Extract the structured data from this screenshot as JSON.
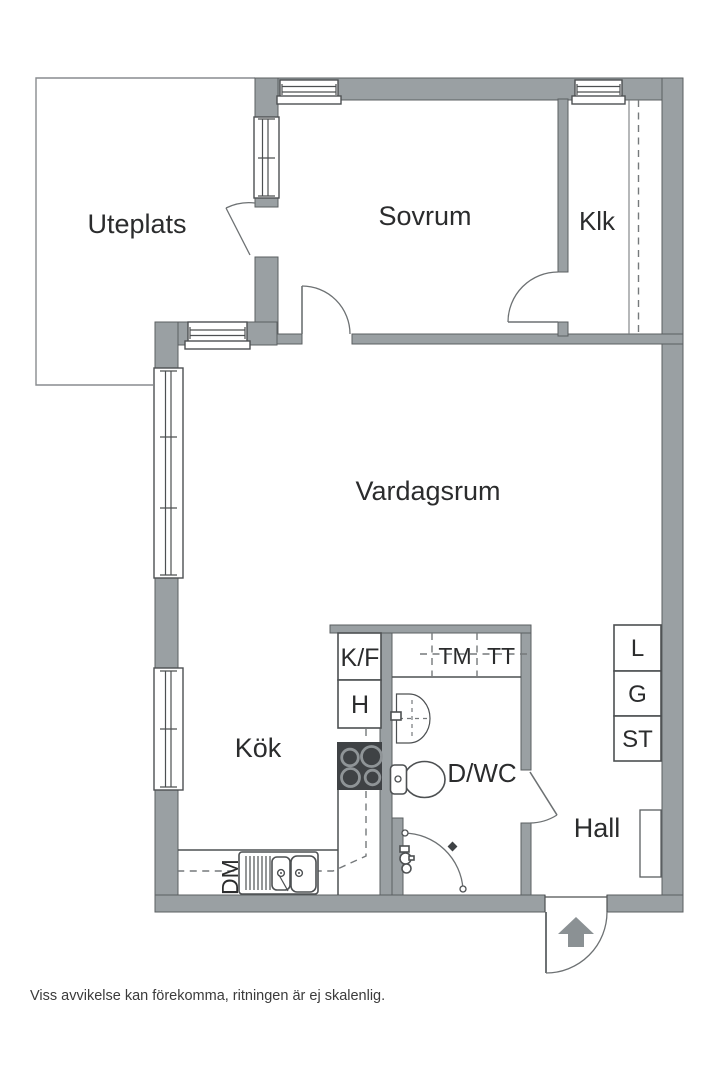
{
  "plan": {
    "rooms": {
      "uteplats": "Uteplats",
      "sovrum": "Sovrum",
      "klk": "Klk",
      "vardagsrum": "Vardagsrum",
      "kok": "Kök",
      "dwc": "D/WC",
      "hall": "Hall"
    },
    "fixtures": {
      "kf": "K/F",
      "h": "H",
      "tm": "TM",
      "tt": "TT",
      "dm": "DM",
      "l": "L",
      "g": "G",
      "st": "ST"
    },
    "disclaimer": "Viss avvikelse kan förekomma, ritningen är ej skalenlig.",
    "colors": {
      "wall": "#9aa0a3",
      "line": "#4d5052",
      "stove": "#3f4245",
      "entrance_arrow": "#8b9194"
    }
  }
}
